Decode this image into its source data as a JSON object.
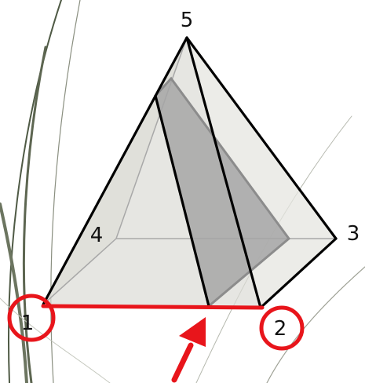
{
  "figure": {
    "description_type": "pyramid-cross-section",
    "vertex_labels": [
      "1",
      "2",
      "3",
      "4",
      "5"
    ],
    "highlighted_vertices": [
      "1",
      "2"
    ],
    "highlighted_edge": [
      "1",
      "2"
    ],
    "pointer": "arrow-pointing-to-edge-1-2"
  },
  "colors": {
    "highlight": "#e8151b",
    "edge": "#000000",
    "hidden_edge": "#a8a8a8",
    "face_fill": "#e2e2dc",
    "section_fill": "#a6a6a6",
    "background_stroke": "#4f5a45"
  }
}
